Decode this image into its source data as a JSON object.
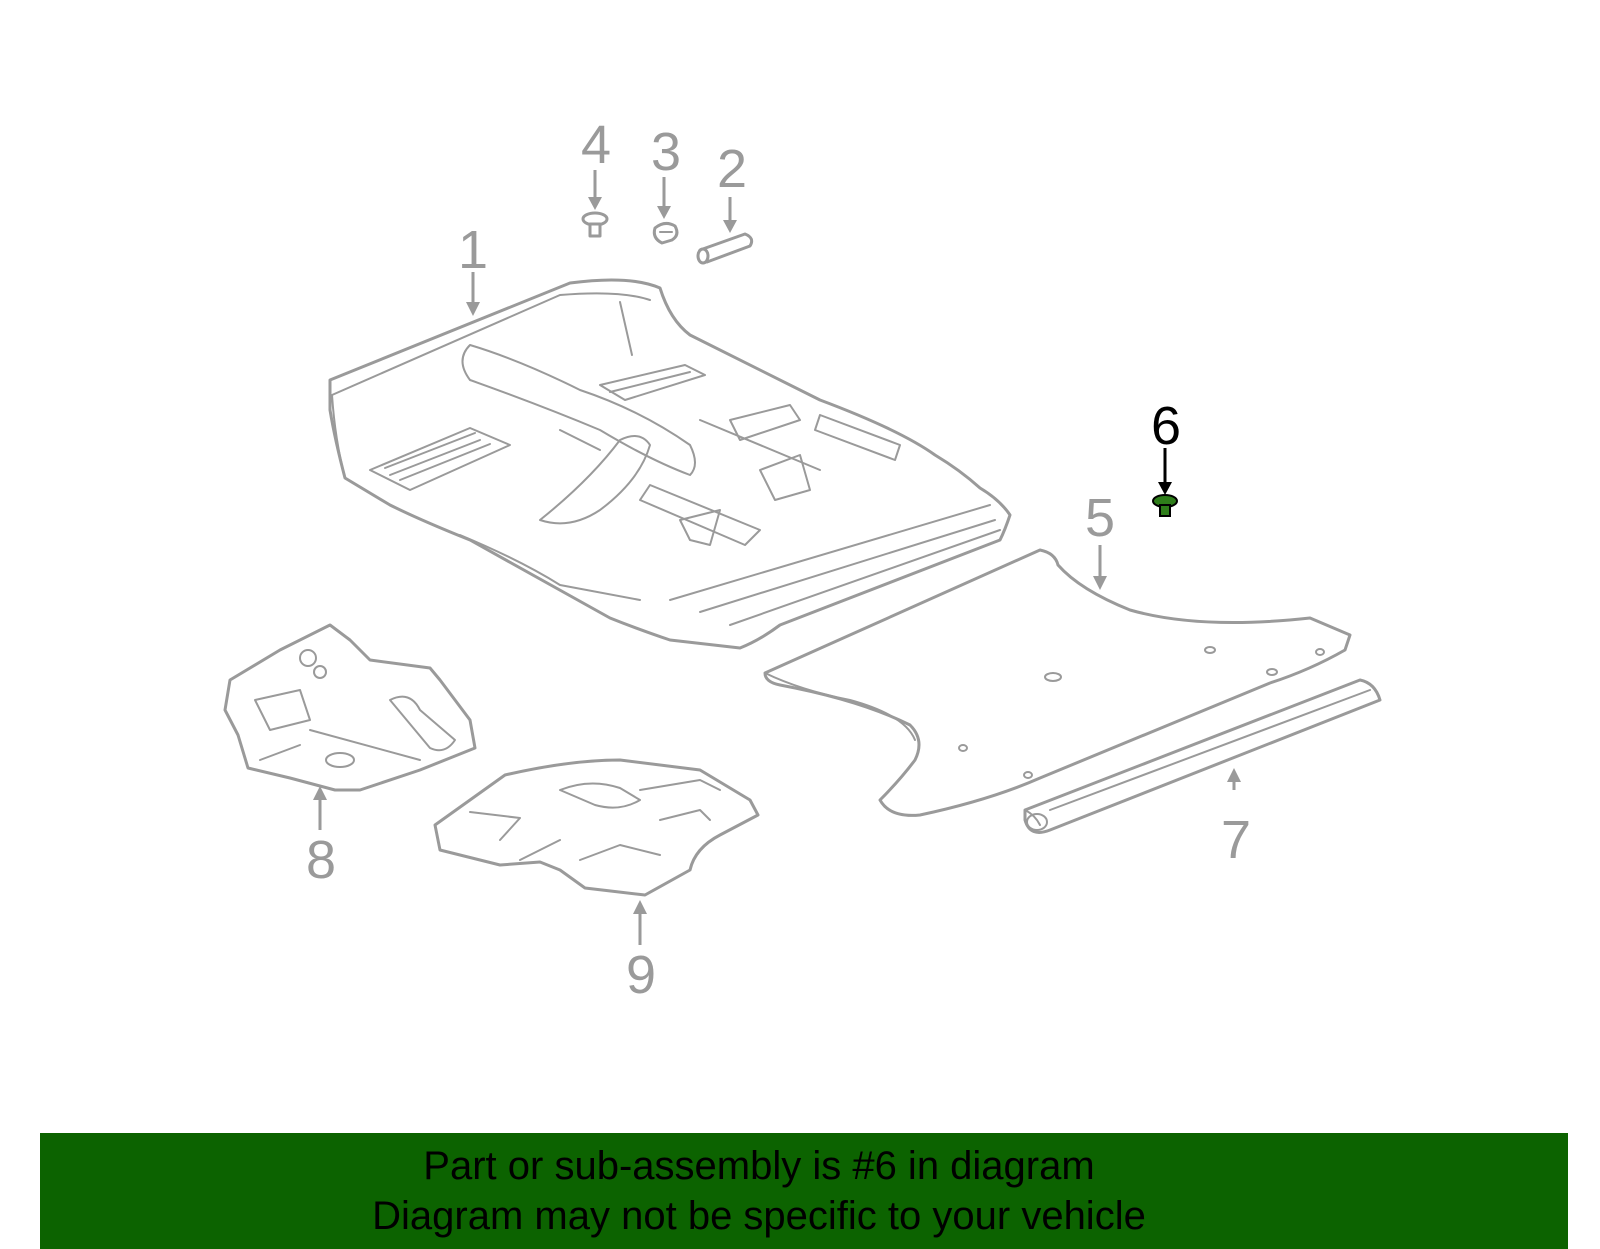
{
  "callouts": {
    "c1": "1",
    "c2": "2",
    "c3": "3",
    "c4": "4",
    "c5": "5",
    "c6": "6",
    "c7": "7",
    "c8": "8",
    "c9": "9"
  },
  "highlighted_part": "6",
  "colors": {
    "line": "#9a9a9a",
    "highlight_part": "#2e7d1a",
    "banner_bg": "#0c6300"
  },
  "banner": {
    "line1": "Part or sub-assembly is #6 in diagram",
    "line2": "Diagram may not be specific to your vehicle"
  }
}
